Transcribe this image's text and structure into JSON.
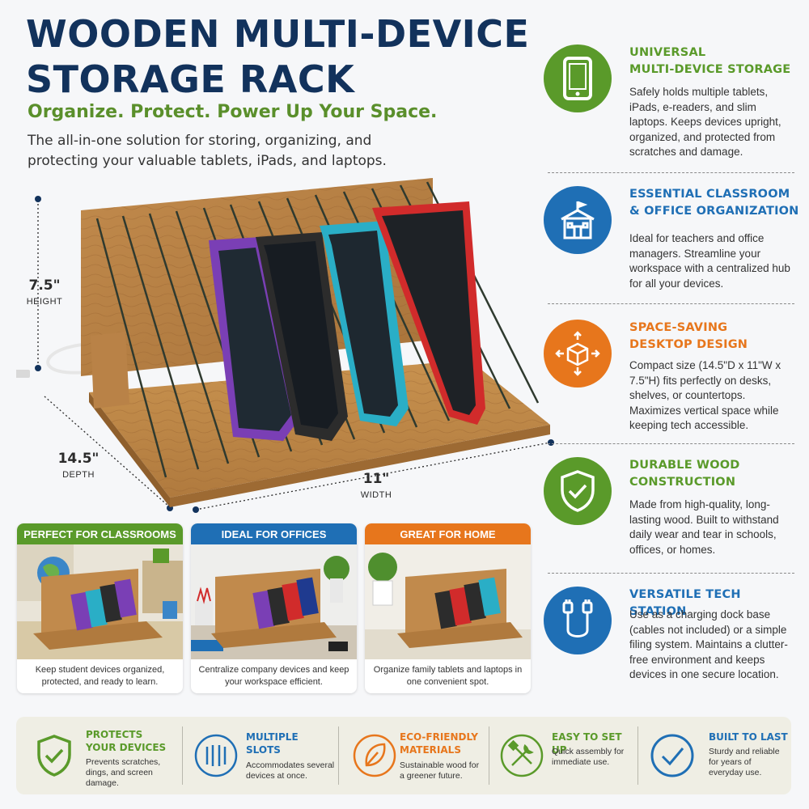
{
  "header": {
    "title_line1": "WOODEN MULTI-DEVICE",
    "title_line2": "STORAGE RACK",
    "tagline": "Organize. Protect. Power Up Your Space.",
    "intro": "The all-in-one solution for storing, organizing, and protecting your valuable tablets, iPads, and laptops."
  },
  "dimensions": {
    "height_value": "7.5\"",
    "height_label": "HEIGHT",
    "depth_value": "14.5\"",
    "depth_label": "DEPTH",
    "width_value": "11\"",
    "width_label": "WIDTH"
  },
  "features": [
    {
      "title_line1": "UNIVERSAL",
      "title_line2": "MULTI-DEVICE STORAGE",
      "body": "Safely holds multiple tablets, iPads, e-readers, and slim laptops. Keeps devices upright, organized, and protected from scratches and damage.",
      "icon": "tablet-icon",
      "color": "#5a9a2a"
    },
    {
      "title_line1": "ESSENTIAL CLASSROOM",
      "title_line2": "& OFFICE ORGANIZATION",
      "body": "Ideal for teachers and office managers. Streamline your workspace with a centralized hub for all your devices.",
      "icon": "schoolhouse-icon",
      "color": "#1f6fb5"
    },
    {
      "title_line1": "SPACE-SAVING",
      "title_line2": "DESKTOP DESIGN",
      "body": "Compact size (14.5\"D x 11\"W x 7.5\"H) fits perfectly on desks, shelves, or countertops. Maximizes vertical space while keeping tech accessible.",
      "icon": "cube-arrows-icon",
      "color": "#e7761c"
    },
    {
      "title_line1": "DURABLE WOOD",
      "title_line2": "CONSTRUCTION",
      "body": "Made from high-quality, long-lasting wood. Built to withstand daily wear and tear in schools, offices, or homes.",
      "icon": "shield-check-icon",
      "color": "#5a9a2a"
    },
    {
      "title_line1": "VERSATILE TECH STATION",
      "title_line2": "",
      "body": "Use as a charging dock base (cables not included) or a simple filing system. Maintains a clutter-free environment and keeps devices in one secure location.",
      "icon": "charging-cable-icon",
      "color": "#1f6fb5"
    }
  ],
  "use_cards": [
    {
      "header": "PERFECT FOR CLASSROOMS",
      "caption": "Keep student devices organized, protected, and ready to learn.",
      "color": "#5a9a2a"
    },
    {
      "header": "IDEAL FOR OFFICES",
      "caption": "Centralize company devices and keep your workspace efficient.",
      "color": "#1f6fb5"
    },
    {
      "header": "GREAT FOR HOME",
      "caption": "Organize family tablets and laptops in one convenient spot.",
      "color": "#e7761c"
    }
  ],
  "benefits": [
    {
      "title_line1": "PROTECTS",
      "title_line2": "YOUR DEVICES",
      "body": "Prevents scratches, dings, and screen damage.",
      "icon": "shield-check-icon",
      "color": "#5a9a2a"
    },
    {
      "title_line1": "MULTIPLE",
      "title_line2": "SLOTS",
      "body": "Accommodates several devices at once.",
      "icon": "slots-icon",
      "color": "#1f6fb5"
    },
    {
      "title_line1": "ECO-FRIENDLY",
      "title_line2": "MATERIALS",
      "body": "Sustainable wood for a greener future.",
      "icon": "leaf-icon",
      "color": "#e7761c"
    },
    {
      "title_line1": "EASY TO SET UP",
      "title_line2": "",
      "body": "Quick assembly for immediate use.",
      "icon": "tools-icon",
      "color": "#5a9a2a"
    },
    {
      "title_line1": "BUILT TO LAST",
      "title_line2": "",
      "body": "Sturdy and reliable for years of everyday use.",
      "icon": "checkmark-circle-icon",
      "color": "#1f6fb5"
    }
  ]
}
